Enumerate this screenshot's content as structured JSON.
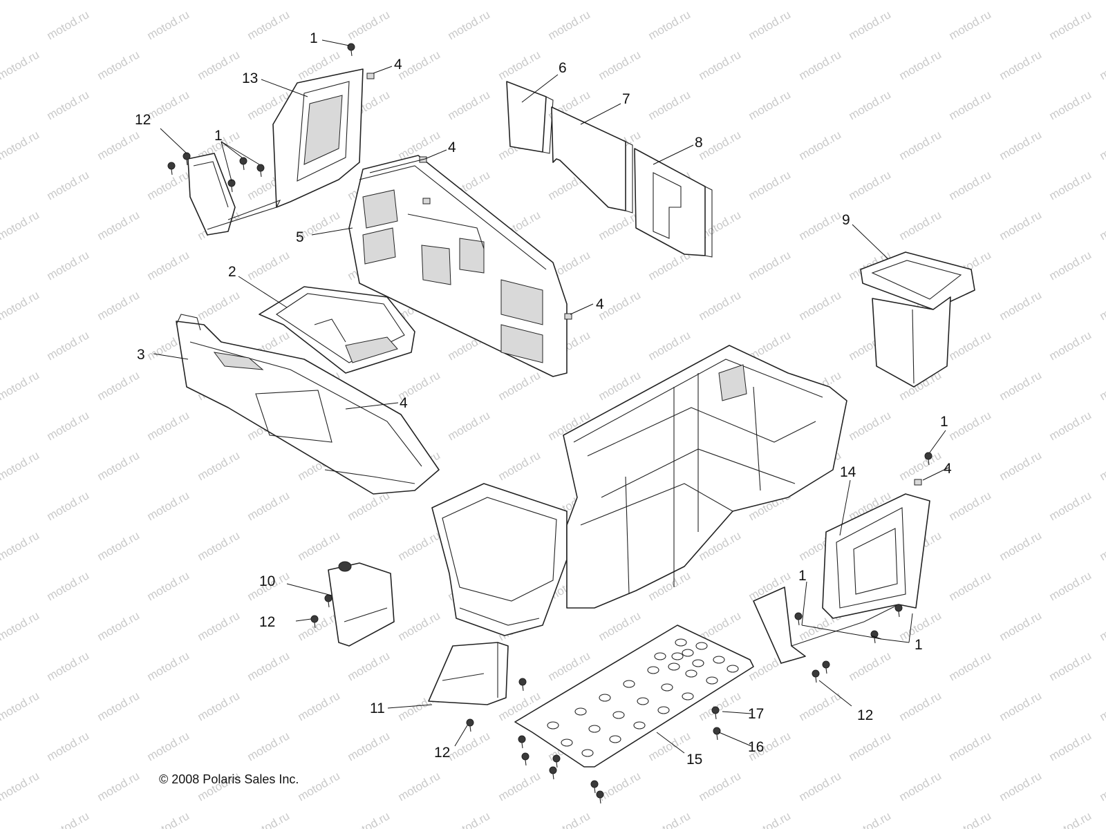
{
  "watermark": "motod.ru",
  "copyright": "© 2008 Polaris Sales Inc.",
  "callouts": [
    {
      "id": "c1a",
      "label": "1"
    },
    {
      "id": "c4a",
      "label": "4"
    },
    {
      "id": "c13",
      "label": "13"
    },
    {
      "id": "c12a",
      "label": "12"
    },
    {
      "id": "c1b",
      "label": "1"
    },
    {
      "id": "c6",
      "label": "6"
    },
    {
      "id": "c7",
      "label": "7"
    },
    {
      "id": "c8",
      "label": "8"
    },
    {
      "id": "c4b",
      "label": "4"
    },
    {
      "id": "c5",
      "label": "5"
    },
    {
      "id": "c9",
      "label": "9"
    },
    {
      "id": "c2",
      "label": "2"
    },
    {
      "id": "c4c",
      "label": "4"
    },
    {
      "id": "c3",
      "label": "3"
    },
    {
      "id": "c4d",
      "label": "4"
    },
    {
      "id": "c1c",
      "label": "1"
    },
    {
      "id": "c4e",
      "label": "4"
    },
    {
      "id": "c14",
      "label": "14"
    },
    {
      "id": "c10",
      "label": "10"
    },
    {
      "id": "c12b",
      "label": "12"
    },
    {
      "id": "c1d",
      "label": "1"
    },
    {
      "id": "c1e",
      "label": "1"
    },
    {
      "id": "c11",
      "label": "11"
    },
    {
      "id": "c12c",
      "label": "12"
    },
    {
      "id": "c17",
      "label": "17"
    },
    {
      "id": "c12d",
      "label": "12"
    },
    {
      "id": "c16",
      "label": "16"
    },
    {
      "id": "c15",
      "label": "15"
    }
  ]
}
